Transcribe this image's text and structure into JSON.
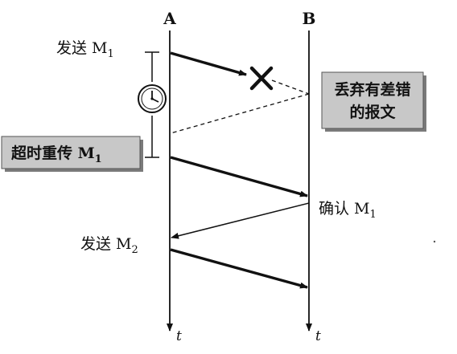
{
  "nodes": {
    "a": "A",
    "b": "B"
  },
  "time_axis_label": "t",
  "labels": {
    "send_m1": {
      "text": "发送 M",
      "sub": "1"
    },
    "discard": {
      "line1": "丢弃有差错",
      "line2": "的报文"
    },
    "timeout": {
      "text": "超时重传 M",
      "sub": "1"
    },
    "ack_m1": {
      "text": "确认 M",
      "sub": "1"
    },
    "send_m2": {
      "text": "发送 M",
      "sub": "2"
    }
  },
  "colors": {
    "ink": "#111111",
    "box_fill": "#c8c8c8",
    "box_shadow": "#7a7a7a"
  },
  "icons": [
    "clock-icon",
    "cross-icon"
  ]
}
